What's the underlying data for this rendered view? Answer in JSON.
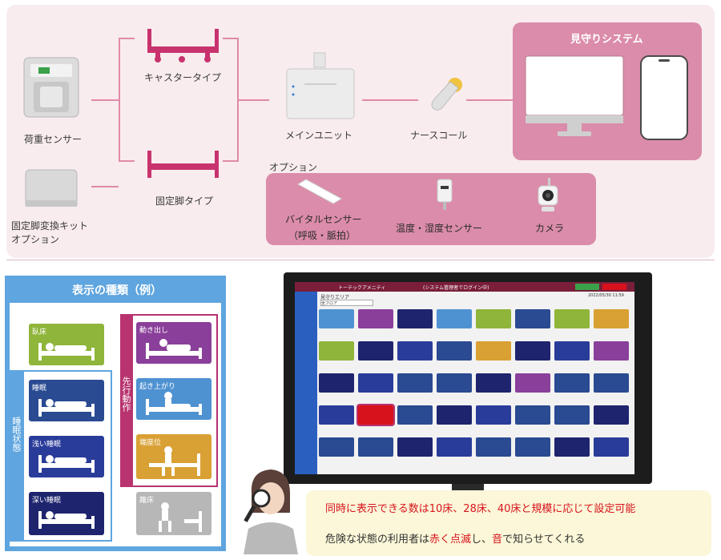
{
  "system": {
    "load_sensor": "荷重センサー",
    "fixed_kit_line1": "固定脚変換キット",
    "fixed_kit_line2": "オプション",
    "caster_type": "キャスタータイプ",
    "fixed_leg_type": "固定脚タイプ",
    "main_unit": "メインユニット",
    "nurse_call": "ナースコール",
    "watch_system": "見守りシステム",
    "option_title": "オプション",
    "vital_sensor_line1": "バイタルセンサー",
    "vital_sensor_line2": "（呼吸・脈拍）",
    "temp_humidity_sensor": "温度・湿度センサー",
    "camera": "カメラ"
  },
  "display_types": {
    "title": "表示の種類（例）",
    "leave_bed": "臥床",
    "sleep": "睡眠",
    "light_sleep": "浅い睡眠",
    "deep_sleep": "深い睡眠",
    "sleep_state": "睡眠状態",
    "start_moving": "動き出し",
    "sit_up": "起き上がり",
    "edge_sit": "端座位",
    "out_of_bed": "離床",
    "precursor_motion": "先行動作"
  },
  "monitor": {
    "header_title": "トーテックアメニティ",
    "header_status": "(システム管理者でログイン中)",
    "area_label": "見守りエリア",
    "area_value": "全フロア",
    "date": "2022/05/30 11:59"
  },
  "callout": {
    "line1_a": "同時に表示できる数は",
    "line1_b": "10床、28床、40床",
    "line1_c": "と規模に応じて設定可能",
    "line2_a": "危険な状態の利用者は",
    "line2_b": "赤く点滅",
    "line2_c": "し、",
    "line2_d": "音",
    "line2_e": "で知らせてくれる"
  },
  "colors": {
    "accent_pink": "#e08aa8",
    "top_bg": "#f8ecee",
    "blue_panel": "#5fa5df",
    "alert_red": "#d8121c"
  }
}
